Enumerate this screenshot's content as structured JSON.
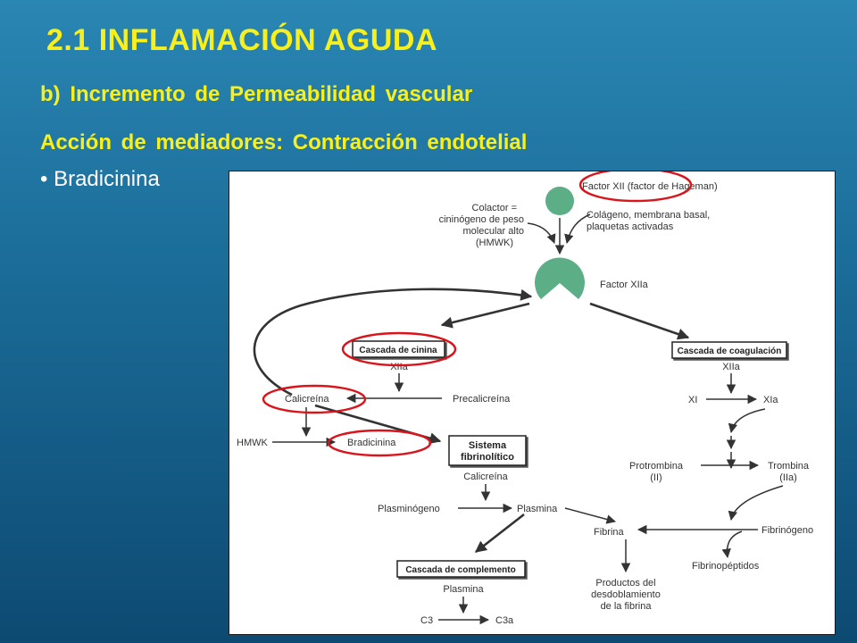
{
  "slide": {
    "title": "2.1 INFLAMACIÓN AGUDA",
    "subtitle1": "b) Incremento de Permeabilidad vascular",
    "subtitle2": "Acción de mediadores: Contracción endotelial",
    "bullet": "• Bradicinina"
  },
  "diagram": {
    "factor_xii": "Factor XII (factor de Hageman)",
    "cofactor": [
      "Colactor =",
      "cininógeno de peso",
      "molecular alto",
      "(HMWK)"
    ],
    "activators": [
      "Colágeno, membrana basal,",
      "plaquetas activadas"
    ],
    "factor_xiia": "Factor XIIa",
    "kinin_cascade": "Cascada de cinina",
    "coag_cascade": "Cascada de coagulación",
    "xiia_left": "XIIa",
    "xiia_right": "XIIa",
    "kallikrein": "Calicreína",
    "prekallikrein": "Precalicreína",
    "xi": "XI",
    "xia": "XIa",
    "hmwk": "HMWK",
    "bradykinin": "Bradicinina",
    "fibrinolytic": [
      "Sistema",
      "fibrinolítico"
    ],
    "kallikrein2": "Calicreína",
    "prothrombin": [
      "Protrombina",
      "(II)"
    ],
    "thrombin": [
      "Trombina",
      "(IIa)"
    ],
    "plasminogen": "Plasminógeno",
    "plasmin": "Plasmina",
    "fibrin": "Fibrina",
    "fibrinogen": "Fibrinógeno",
    "complement_cascade": "Cascada de complemento",
    "fibrinopeptides": "Fibrinopéptidos",
    "plasmin2": "Plasmina",
    "degradation": [
      "Productos del",
      "desdoblamiento",
      "de la fibrina"
    ],
    "c3": "C3",
    "c3a": "C3a"
  },
  "colors": {
    "title": "#f7ef1e",
    "background_top": "#2a86b3",
    "background_bottom": "#0d4a72",
    "highlight_circles": "#d9141a",
    "factor_shapes": "#5cae86"
  }
}
